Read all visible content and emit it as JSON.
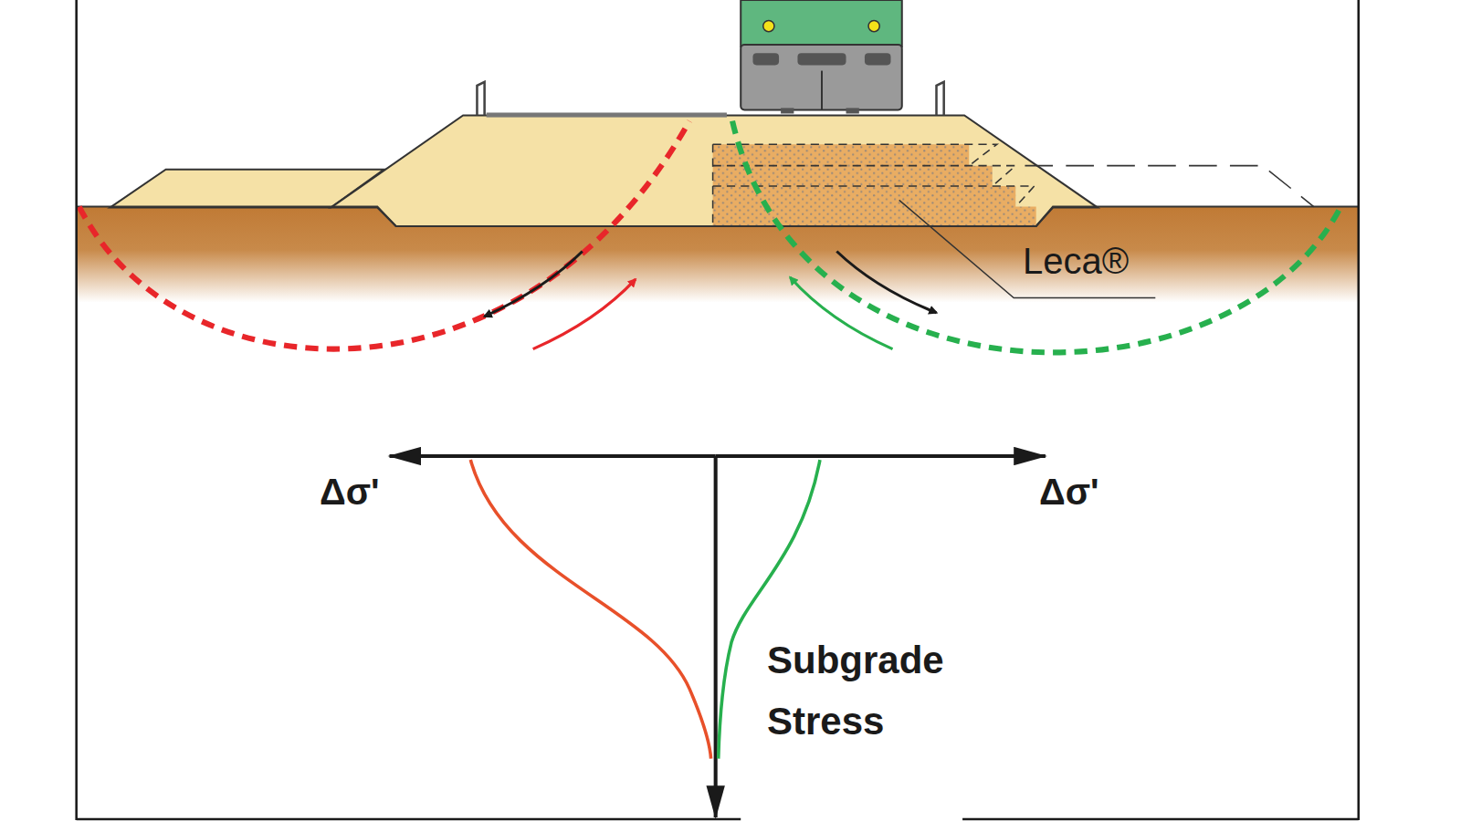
{
  "diagram": {
    "labels": [
      "Leca®",
      "Δσ'",
      "Δσ'",
      "Subgrade Stress"
    ]
  }
}
